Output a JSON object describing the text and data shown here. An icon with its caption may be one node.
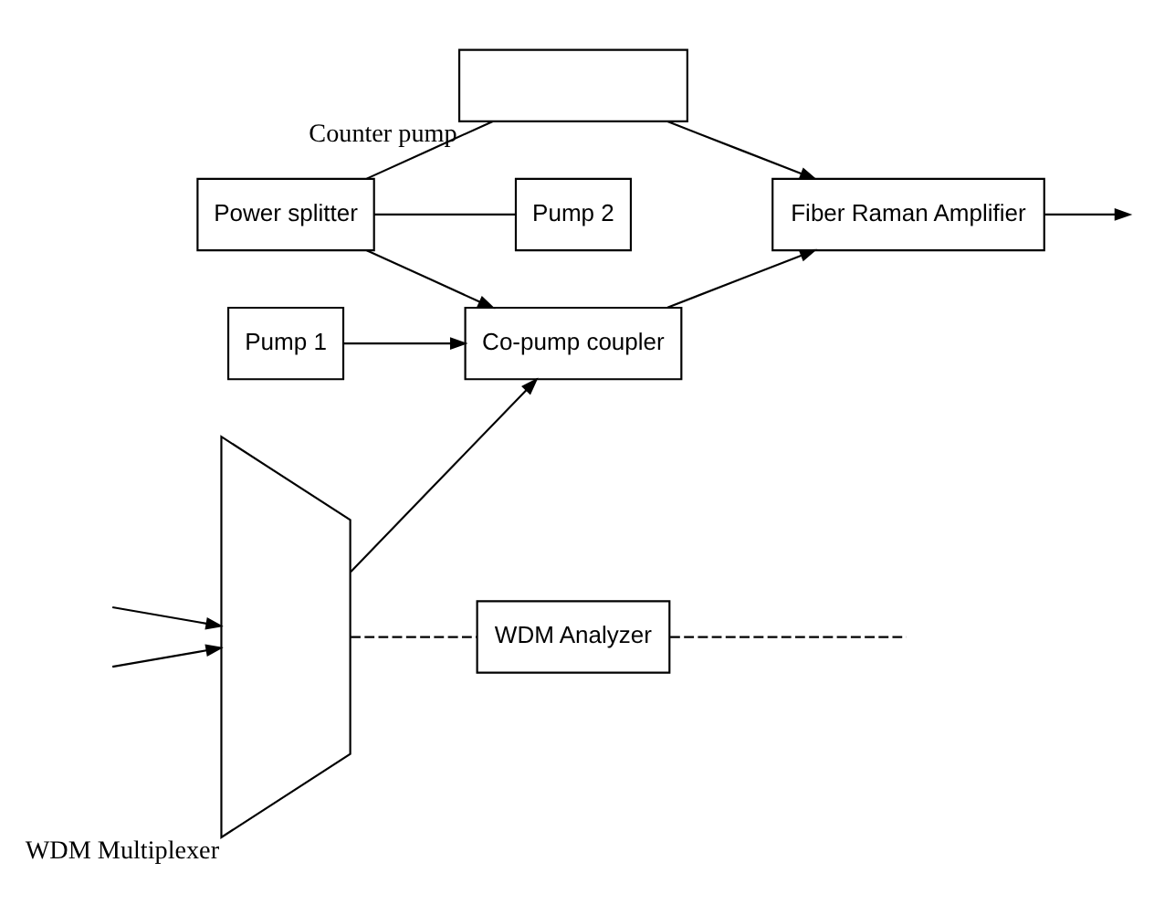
{
  "diagram": {
    "nodes": [
      {
        "text": [
          "WDM Multiplexer"
        ]
      },
      {
        "text": [
          "Pump 1"
        ]
      },
      {
        "text": [
          "Co-pump coupler"
        ]
      },
      {
        "text": [
          "Fiber Raman Amplifier"
        ]
      },
      {
        "text": [
          "Power splitter"
        ]
      },
      {
        "text": [
          "Pump 2"
        ]
      },
      {
        "text": [
          "Counter pump"
        ]
      },
      {
        "text": [
          "WDM Analyzer"
        ]
      }
    ],
    "edges": [
      {
        "from": null,
        "to": 0,
        "arrow": "to"
      },
      {
        "from": null,
        "to": 0,
        "arrow": "to"
      },
      {
        "from": 1,
        "to": 2,
        "arrow": "to"
      },
      {
        "from": 0,
        "to": 2,
        "arrow": "to"
      },
      {
        "from": 2,
        "to": 3,
        "arrow": "to"
      },
      {
        "from": 3,
        "to": null,
        "arrow": "to"
      },
      {
        "from": 4,
        "to": 2,
        "arrow": "to"
      },
      {
        "from": 4,
        "to": 5,
        "arrow": "none"
      },
      {
        "from": 4,
        "to": 6,
        "arrow": "none"
      },
      {
        "from": 6,
        "to": 3,
        "arrow": "to"
      },
      {
        "from": 0,
        "to": 7,
        "arrow": "none",
        "style": "dashed"
      },
      {
        "from": 7,
        "to": null,
        "arrow": "none",
        "style": "dashed"
      }
    ]
  }
}
